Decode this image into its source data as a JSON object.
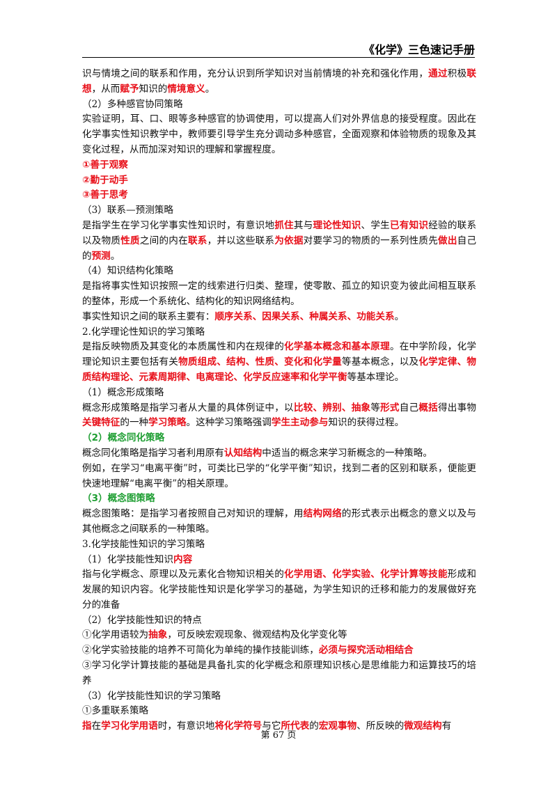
{
  "header": {
    "title": "《化学》三色速记手册"
  },
  "footer": {
    "page": "第 67 页"
  },
  "paras": [
    [
      [
        "识与情境之间的联系和作用，充分认识到所学知识对当前情境的补充和强化作用，",
        ""
      ],
      [
        "通过",
        "r"
      ],
      [
        "积极",
        ""
      ],
      [
        "联想",
        "r"
      ],
      [
        "，从而",
        ""
      ],
      [
        "赋予",
        "r"
      ],
      [
        "知识的",
        ""
      ],
      [
        "情境意义",
        "r"
      ],
      [
        "。",
        ""
      ]
    ],
    [
      [
        "（2）多种感官协同策略",
        ""
      ]
    ],
    [
      [
        "实验证明，耳、口、眼等多种感官的协调使用，可以提高人们对外界信息的接受程度。因此在化学事实性知识教学中，教师要引导学生充分调动多种感官，全面观察和体验物质的现象及其变化过程，从而加深对知识的理解和掌握程度。",
        ""
      ]
    ],
    [
      [
        "①善于观察",
        "r"
      ]
    ],
    [
      [
        "②勤于动手",
        "r"
      ]
    ],
    [
      [
        "③善于思考",
        "r"
      ]
    ],
    [
      [
        "（3）联系—预测策略",
        ""
      ]
    ],
    [
      [
        "是指学生在学习化学事实性知识时，有意识地",
        ""
      ],
      [
        "抓住",
        "r"
      ],
      [
        "其与",
        ""
      ],
      [
        "理论性知识",
        "r"
      ],
      [
        "、学生",
        ""
      ],
      [
        "已有知识",
        "r"
      ],
      [
        "经验的联系以及物质",
        ""
      ],
      [
        "性质",
        "r"
      ],
      [
        "之间的内在",
        ""
      ],
      [
        "联系",
        "r"
      ],
      [
        "，并以这些联系",
        ""
      ],
      [
        "为依据",
        "r"
      ],
      [
        "对要学习的物质的一系列性质先",
        ""
      ],
      [
        "做出",
        "r"
      ],
      [
        "自己的",
        ""
      ],
      [
        "预测",
        "r"
      ],
      [
        "。",
        ""
      ]
    ],
    [
      [
        "（4）知识结构化策略",
        ""
      ]
    ],
    [
      [
        "是指将事实性知识按照一定的线索进行归类、整理，使零散、孤立的知识变为彼此间相互联系的整体，形成一个系统化、结构化的知识网络结构。",
        ""
      ]
    ],
    [
      [
        "事实性知识之间的联系主要有：",
        ""
      ],
      [
        "顺序关系、因果关系、种属关系、功能关系",
        "r"
      ],
      [
        "。",
        ""
      ]
    ],
    [
      [
        "2.化学理论性知识的学习策略",
        ""
      ]
    ],
    [
      [
        "是指反映物质及其变化的本质属性和内在规律的",
        ""
      ],
      [
        "化学基本概念和基本原理",
        "r"
      ],
      [
        "。在中学阶段，化学理论知识主要包括有关",
        ""
      ],
      [
        "物质组成、结构、性质、变化和化学量",
        "r"
      ],
      [
        "等基本概念，以及",
        ""
      ],
      [
        "化学定律、物质结构理论、元素周期律、电离理论、化学反应速率和化学平衡",
        "r"
      ],
      [
        "等基本理论。",
        ""
      ]
    ],
    [
      [
        "（1）概念形成策略",
        ""
      ]
    ],
    [
      [
        "概念形成策略是指学习者从大量的具体例证中，以",
        ""
      ],
      [
        "比较、辨别、抽象",
        "r"
      ],
      [
        "等",
        ""
      ],
      [
        "形式",
        "r"
      ],
      [
        "自己",
        ""
      ],
      [
        "概括",
        "r"
      ],
      [
        "得出事物",
        ""
      ],
      [
        "关键特征",
        "r"
      ],
      [
        "的一种",
        ""
      ],
      [
        "学习策略",
        "r"
      ],
      [
        "。这种学习策略强调",
        ""
      ],
      [
        "学生主动参与",
        "r"
      ],
      [
        "知识的获得过程。",
        ""
      ]
    ],
    [
      [
        "（2）概念同化策略",
        "g"
      ]
    ],
    [
      [
        "概念同化策略是指学习者利用原有",
        ""
      ],
      [
        "认知结构",
        "r"
      ],
      [
        "中适当的概念来学习新概念的一种策略。",
        ""
      ]
    ],
    [
      [
        "例如，在学习“电离平衡”时，可类比已学的“化学平衡”知识，找到二者的区别和联系，便能更快速地理解“电离平衡”的相关原理。",
        ""
      ]
    ],
    [
      [
        "（3）概念图策略",
        "g"
      ]
    ],
    [
      [
        "概念图策略：是指学习者按照自己对知识的理解，用",
        ""
      ],
      [
        "结构网络",
        "r"
      ],
      [
        "的形式表示出概念的意义以及与其他概念之间联系的一种策略。",
        ""
      ]
    ],
    [
      [
        "3.化学技能性知识的学习策略",
        ""
      ]
    ],
    [
      [
        "（1）化学技能性知识",
        ""
      ],
      [
        "内容",
        "r"
      ]
    ],
    [
      [
        "指与化学概念、原理以及元素化合物知识相关的",
        ""
      ],
      [
        "化学用语、化学实验、化学计算等技能",
        "r"
      ],
      [
        "形成和发展的知识内容。化学技能性知识是化学学习的基础，为学生知识的迁移和能力的发展做好充分的准备",
        ""
      ]
    ],
    [
      [
        "（2）化学技能性知识的特点",
        ""
      ]
    ],
    [
      [
        "①化学用语较为",
        ""
      ],
      [
        "抽象",
        "r"
      ],
      [
        "，可反映宏观现象、微观结构及化学变化等",
        ""
      ]
    ],
    [
      [
        "②化学实验技能的培养不可简化为单纯的操作技能训练，",
        ""
      ],
      [
        "必须与探究活动相结合",
        "r"
      ]
    ],
    [
      [
        "③学习化学计算技能的基础是具备扎实的化学概念和原理知识核心是思维能力和运算技巧的培养",
        ""
      ]
    ],
    [
      [
        "（3）化学技能性知识的学习策略",
        ""
      ]
    ],
    [
      [
        "①多重联系策略",
        ""
      ]
    ],
    [
      [
        "指",
        "r"
      ],
      [
        "在",
        ""
      ],
      [
        "学习化学用语",
        "r"
      ],
      [
        "时，有意识地",
        ""
      ],
      [
        "将化学符号",
        "r"
      ],
      [
        "与它",
        ""
      ],
      [
        "所代表",
        "r"
      ],
      [
        "的",
        ""
      ],
      [
        "宏观事物",
        "r"
      ],
      [
        "、所反映的",
        ""
      ],
      [
        "微观结构",
        "r"
      ],
      [
        "有",
        ""
      ]
    ]
  ]
}
